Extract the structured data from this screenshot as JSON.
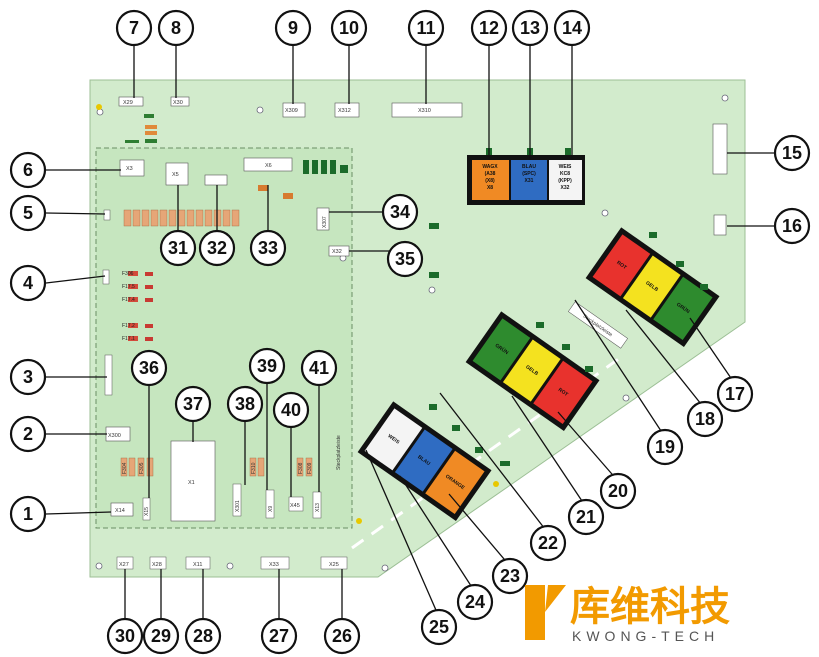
{
  "board": {
    "connectors": {
      "x29": "X29",
      "x30": "X30",
      "x309": "X309",
      "x312": "X312",
      "x310": "X310",
      "x3": "X3",
      "x5": "X5",
      "x6": "X6",
      "x307": "X307",
      "x32": "X32",
      "x300": "X300",
      "x14": "X14",
      "x15": "X15",
      "x1": "X1",
      "x301": "X301",
      "x9": "X9",
      "x45": "X45",
      "x13": "X13",
      "x27": "X27",
      "x28": "X28",
      "x11": "X11",
      "x33": "X33",
      "x25": "X25"
    },
    "fuses": {
      "f306": "F306",
      "f17_5": "F17.5",
      "f17_4": "F17.4",
      "f17_2": "F17.2",
      "f17_1": "F17.1",
      "f304": "F304",
      "f305": "F305",
      "f310": "F310",
      "f308": "F308",
      "f309": "F309"
    },
    "top_block": {
      "orange": "WAGX\n(A38\n(X8)\nX8",
      "blue": "BLAU\n(SPC)\nX31",
      "white": "WEIS\nKC8\n(KPP)\nX32"
    },
    "slot_texts": {
      "red": "ROT",
      "yellow": "GELB",
      "green": "GRÜN",
      "white": "WEIS",
      "blue": "BLAU",
      "orange": "ORANGE"
    },
    "strip_labels": {
      "diagonal": "Steckplatzleiste",
      "vertical": "Steckplatzleiste"
    }
  },
  "callouts": [
    "1",
    "2",
    "3",
    "4",
    "5",
    "6",
    "7",
    "8",
    "9",
    "10",
    "11",
    "12",
    "13",
    "14",
    "15",
    "16",
    "17",
    "18",
    "19",
    "20",
    "21",
    "22",
    "23",
    "24",
    "25",
    "26",
    "27",
    "28",
    "29",
    "30",
    "31",
    "32",
    "33",
    "34",
    "35",
    "36",
    "37",
    "38",
    "39",
    "40",
    "41"
  ],
  "logo": {
    "chinese": "库维科技",
    "english": "KWONG-TECH"
  },
  "colors": {
    "board": "#d2ebcc",
    "inner_board": "#c6e6bf",
    "slot_red": "#e8322d",
    "slot_yellow": "#f4e21f",
    "slot_green": "#2e8b2e",
    "slot_blue": "#2f6cc2",
    "slot_orange": "#f08a24",
    "slot_white": "#f4f4f4",
    "logo_orange": "#f29a00"
  }
}
